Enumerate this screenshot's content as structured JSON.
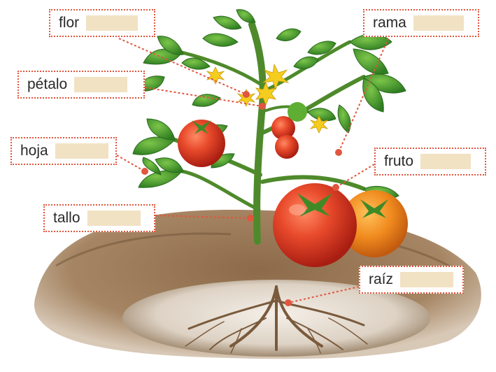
{
  "labels": {
    "flor": "flor",
    "rama": "rama",
    "petalo": "pétalo",
    "hoja": "hoja",
    "fruto": "fruto",
    "tallo": "tallo",
    "raiz": "raíz"
  },
  "colors": {
    "leader_line": "#e0563f",
    "answer_blank": "#f1e2c4",
    "leaf": "#3f9a2c",
    "tomato": "#e24a2c",
    "soil": "#8a6a4a",
    "flower": "#f4cd1e"
  }
}
